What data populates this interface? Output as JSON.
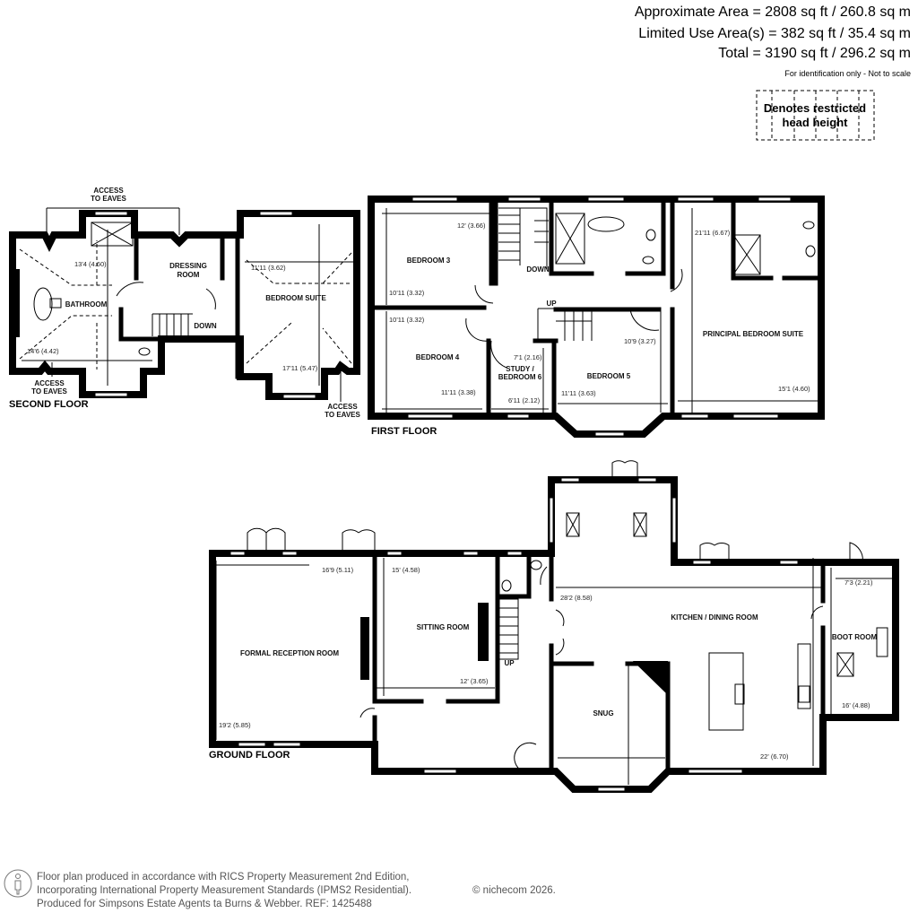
{
  "header": {
    "approximate_area": "Approximate Area = 2808 sq ft / 260.8 sq m",
    "limited_use_area": "Limited Use Area(s) = 382 sq ft / 35.4 sq m",
    "total_area": "Total = 3190 sq ft / 296.2 sq m",
    "disclaimer": "For identification only - Not to scale",
    "legend_line1": "Denotes restricted",
    "legend_line2": "head height"
  },
  "second_floor": {
    "label": "SECOND FLOOR",
    "access_to_eaves_line1": "ACCESS",
    "access_to_eaves_line2": "TO EAVES",
    "bathroom": {
      "name": "BATHROOM",
      "dim_length": "13'4 (4.60)",
      "dim_width": "14'6 (4.42)"
    },
    "dressing_room": {
      "name_line1": "DRESSING",
      "name_line2": "ROOM"
    },
    "bedroom_suite": {
      "name": "BEDROOM SUITE",
      "dim_width": "11'11 (3.62)",
      "dim_length": "17'11 (5.47)"
    },
    "stairs": "DOWN"
  },
  "first_floor": {
    "label": "FIRST FLOOR",
    "bedroom_3": {
      "name": "BEDROOM 3",
      "dim_width": "12' (3.66)",
      "dim_length": "10'11 (3.32)"
    },
    "bedroom_4": {
      "name": "BEDROOM 4",
      "dim_length": "10'11 (3.32)",
      "dim_width": "11'11 (3.38)"
    },
    "study": {
      "name_line1": "STUDY /",
      "name_line2": "BEDROOM 6",
      "dim_length": "7'1 (2.16)",
      "dim_width": "6'11 (2.12)"
    },
    "bedroom_5": {
      "name": "BEDROOM 5",
      "dim_length": "10'9 (3.27)",
      "dim_width": "11'11 (3.63)"
    },
    "principal_suite": {
      "name": "PRINCIPAL BEDROOM SUITE",
      "dim_length": "21'11 (6.67)",
      "dim_width": "15'1 (4.60)"
    },
    "stairs_down": "DOWN",
    "stairs_up": "UP"
  },
  "ground_floor": {
    "label": "GROUND FLOOR",
    "formal_reception": {
      "name": "FORMAL RECEPTION ROOM",
      "dim_width": "16'9 (5.11)",
      "dim_length": "19'2 (5.85)"
    },
    "sitting_room": {
      "name": "SITTING ROOM",
      "dim_length": "15' (4.58)",
      "dim_width": "12' (3.65)"
    },
    "kitchen": {
      "name": "KITCHEN / DINING ROOM",
      "dim_width": "28'2 (8.58)",
      "dim_length": "22' (6.70)"
    },
    "snug": {
      "name": "SNUG"
    },
    "boot_room": {
      "name": "BOOT ROOM",
      "dim_width": "7'3 (2.21)",
      "dim_length": "16' (4.88)"
    },
    "stairs_up": "UP"
  },
  "footer": {
    "line1": "Floor plan produced in accordance with RICS Property Measurement 2nd Edition,",
    "line2": "Incorporating International Property Measurement Standards (IPMS2 Residential).",
    "copyright": "© nichecom 2026.",
    "line3": "Produced for Simpsons Estate Agents ta Burns & Webber.   REF:  1425488"
  }
}
